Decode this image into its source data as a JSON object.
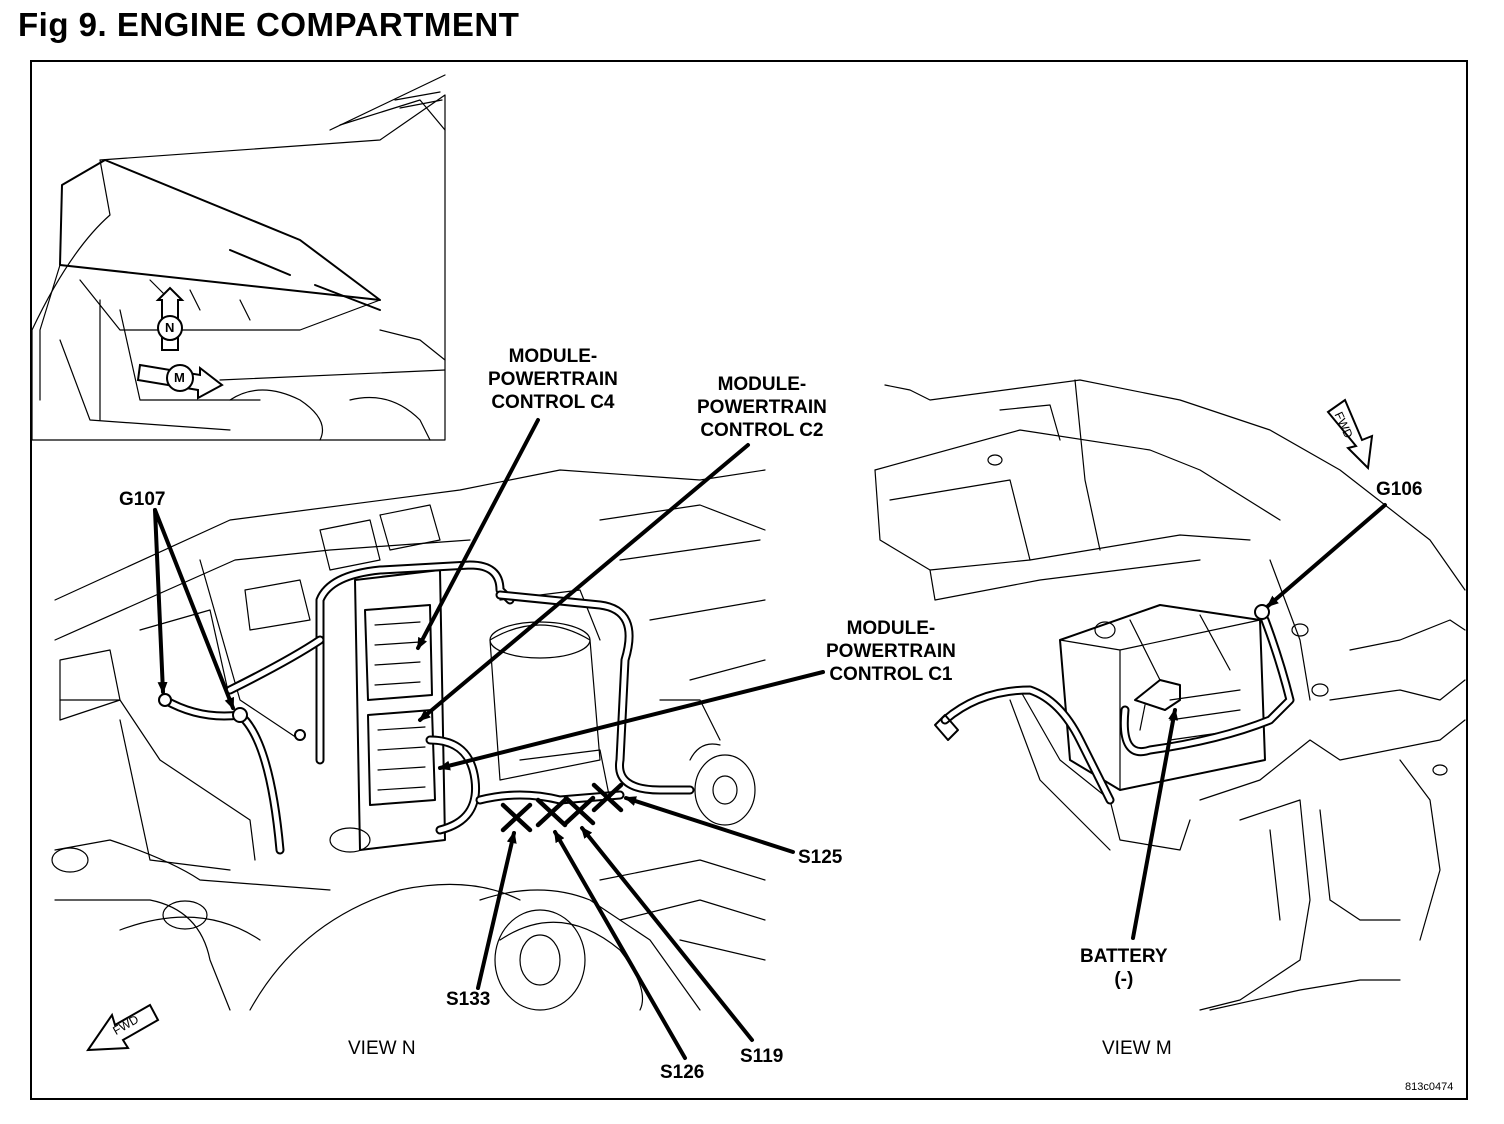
{
  "figure": {
    "title": "Fig 9. ENGINE COMPARTMENT",
    "code": "813c0474"
  },
  "views": {
    "view_n": "VIEW N",
    "view_m": "VIEW M"
  },
  "locator": {
    "marker_n": "N",
    "marker_m": "M"
  },
  "fwd_label": "FWD",
  "labels": {
    "pcm_c4": {
      "line1": "MODULE-",
      "line2": "POWERTRAIN",
      "line3": "CONTROL C4"
    },
    "pcm_c2": {
      "line1": "MODULE-",
      "line2": "POWERTRAIN",
      "line3": "CONTROL C2"
    },
    "pcm_c1": {
      "line1": "MODULE-",
      "line2": "POWERTRAIN",
      "line3": "CONTROL C1"
    },
    "g107": "G107",
    "g106": "G106",
    "s125": "S125",
    "s133": "S133",
    "s126": "S126",
    "s119": "S119",
    "battery": {
      "line1": "BATTERY",
      "line2": "(-)"
    }
  }
}
